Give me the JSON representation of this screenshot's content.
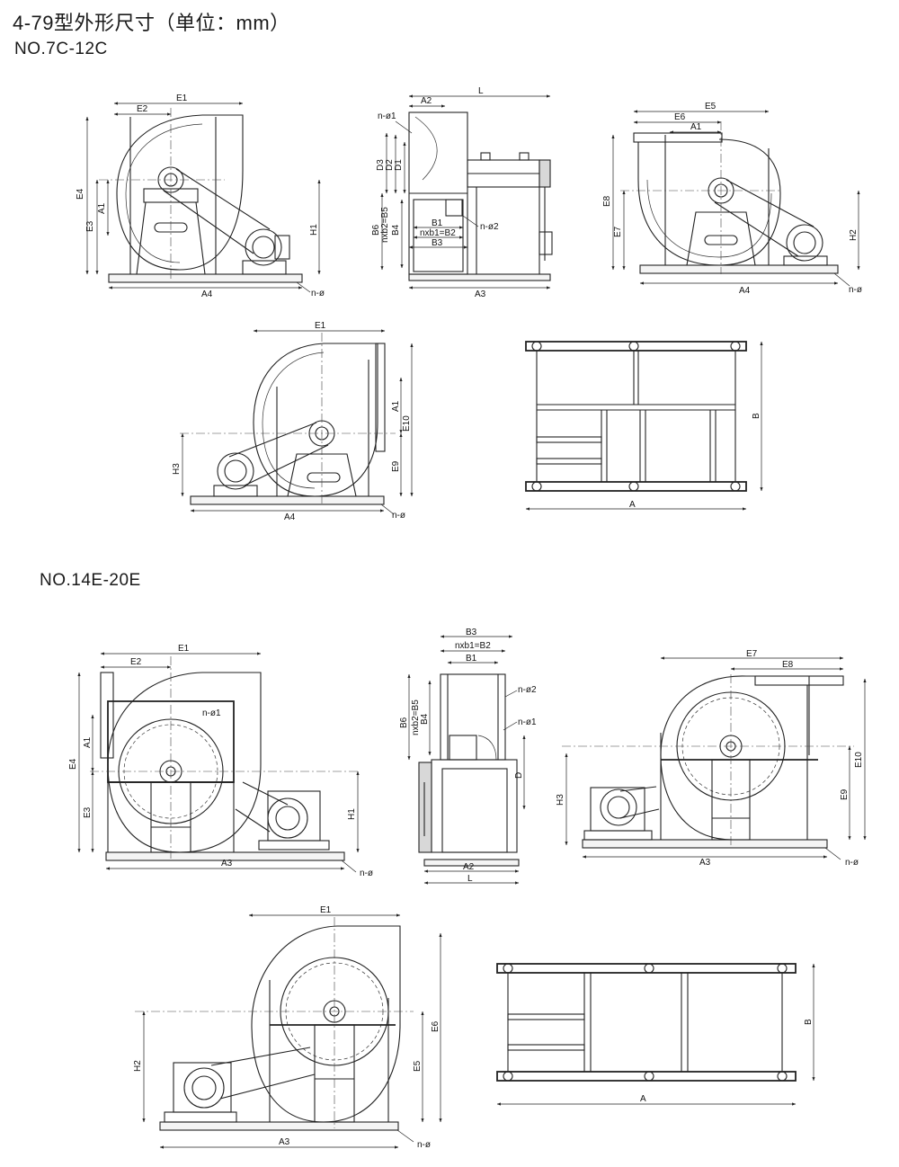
{
  "title": "4-79型外形尺寸（单位：mm）",
  "sections": [
    {
      "label": "NO.7C-12C"
    },
    {
      "label": "NO.14E-20E"
    }
  ],
  "dims": {
    "E1": "E1",
    "E2": "E2",
    "E3": "E3",
    "E4": "E4",
    "E5": "E5",
    "E6": "E6",
    "E7": "E7",
    "E8": "E8",
    "E9": "E9",
    "E10": "E10",
    "A": "A",
    "A1": "A1",
    "A2": "A2",
    "A3": "A3",
    "A4": "A4",
    "B": "B",
    "B1": "B1",
    "B2": "B2",
    "B3": "B3",
    "B4": "B4",
    "B5": "B5",
    "B6": "B6",
    "D": "D",
    "D1": "D1",
    "D2": "D2",
    "D3": "D3",
    "H1": "H1",
    "H2": "H2",
    "H3": "H3",
    "L": "L",
    "n_phi": "n-ø",
    "n_phi1": "n-ø1",
    "n_phi2": "n-ø2",
    "nxb1_B2": "nxb1=B2",
    "nxb2_B5": "nxb2=B5",
    "B6_nxb2_B5": "B6 nxb2=B5"
  }
}
